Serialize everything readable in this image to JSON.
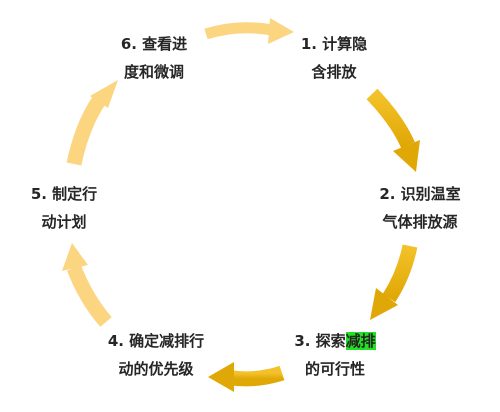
{
  "steps": [
    {
      "id": "step-1",
      "line1": "1. 计算隐",
      "line2": "含排放"
    },
    {
      "id": "step-2",
      "line1": "2. 识别温室",
      "line2": "气体排放源"
    },
    {
      "id": "step-3",
      "line1_prefix": "3. 探索",
      "line1_highlight": "减排",
      "line2": "的可行性"
    },
    {
      "id": "step-4",
      "line1": "4. 确定减排行",
      "line2": "动的优先级"
    },
    {
      "id": "step-5",
      "line1": "5. 制定行",
      "line2": "动计划"
    },
    {
      "id": "step-6",
      "line1": "6. 查看进",
      "line2": "度和微调"
    }
  ],
  "colors": {
    "arrow_dark": "#e6b010",
    "arrow_light": "#fbd580",
    "highlight": "#22e022",
    "text": "#262626"
  }
}
